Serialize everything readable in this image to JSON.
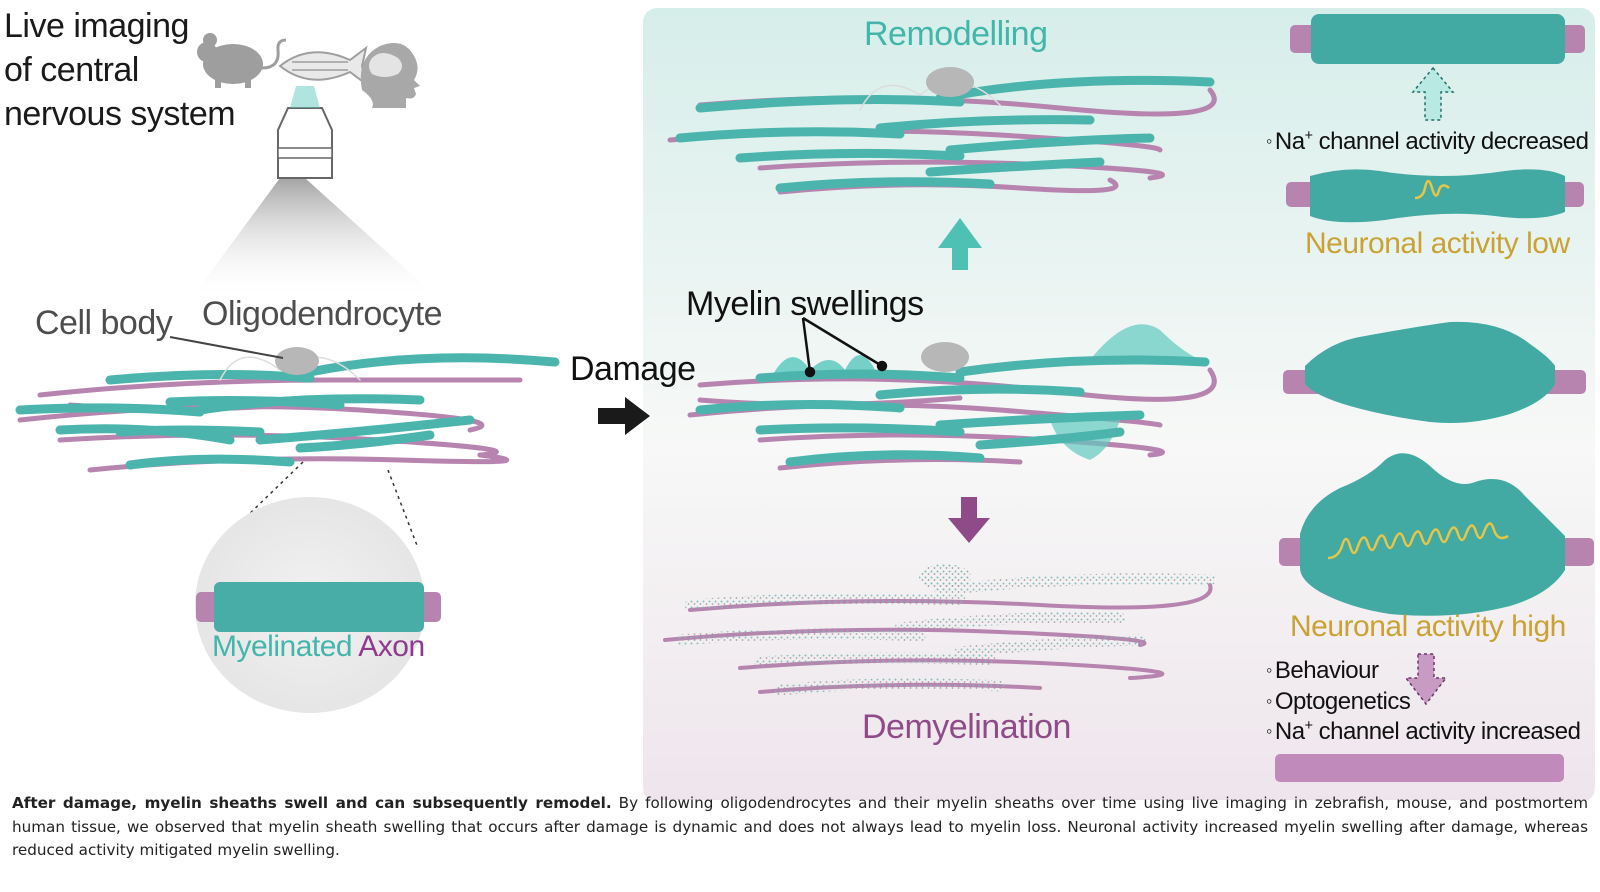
{
  "intro": {
    "title_lines": [
      "Live imaging",
      "of central",
      "nervous system"
    ],
    "organisms": [
      "mouse-icon",
      "zebrafish-icon",
      "human-head-icon"
    ]
  },
  "labels": {
    "cell_body": "Cell body",
    "oligodendrocyte": "Oligodendrocyte",
    "damage": "Damage",
    "myelin_swellings": "Myelin swellings",
    "remodelling": "Remodelling",
    "demyelination": "Demyelination"
  },
  "inset": {
    "myelinated": "Myelinated",
    "axon": "Axon"
  },
  "right_panel": {
    "na_decreased_prefix": "Na",
    "na_sup": "+",
    "na_decreased_suffix": " channel activity decreased",
    "activity_low": "Neuronal activity low",
    "activity_high": "Neuronal activity high",
    "behaviour": "Behaviour",
    "optogenetics": "Optogenetics",
    "na_increased_prefix": "Na",
    "na_increased_suffix": " channel activity increased"
  },
  "caption": {
    "bold": "After damage, myelin sheaths swell and can subsequently remodel.",
    "text": " By following oligodendrocytes and their myelin sheaths over time using live imaging in zebrafish, mouse, and postmortem human tissue, we observed that myelin sheath swelling that occurs after damage is dynamic and does not always lead to myelin loss. Neuronal activity increased myelin swelling after damage, whereas reduced activity mitigated myelin swelling."
  },
  "colors": {
    "myelin": "#4bb5ad",
    "myelin_dark": "#2f9a93",
    "axon": "#b784b0",
    "panel_top": "#d9efec",
    "panel_bottom": "#efe8ee",
    "gold": "#c9a233",
    "remodel_text": "#43b6ab",
    "demyel_text": "#8e4b87"
  }
}
